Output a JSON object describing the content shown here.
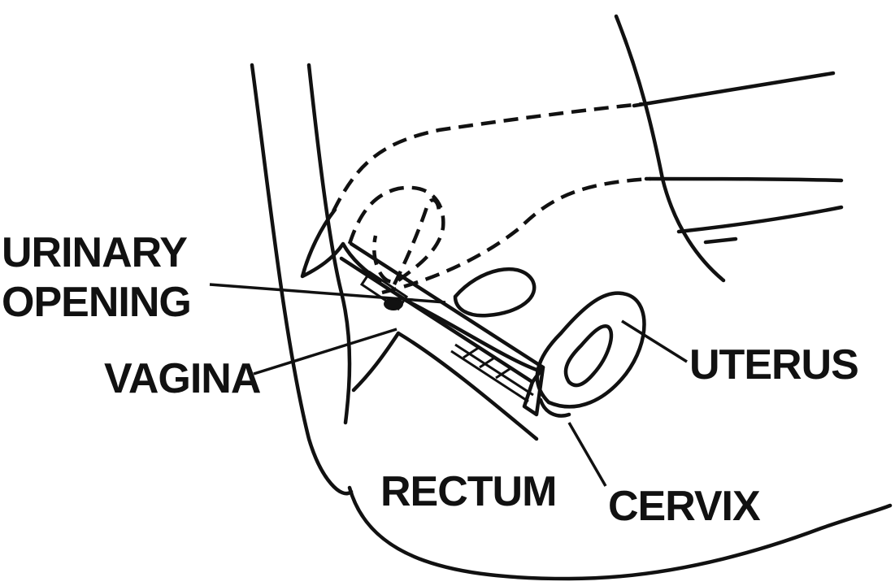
{
  "labels": {
    "urinary_line1": "URINARY",
    "urinary_line2": "OPENING",
    "vagina": "VAGINA",
    "uterus": "UTERUS",
    "rectum": "RECTUM",
    "cervix": "CERVIX"
  },
  "colors": {
    "ink": "#111111",
    "background": "#ffffff"
  }
}
